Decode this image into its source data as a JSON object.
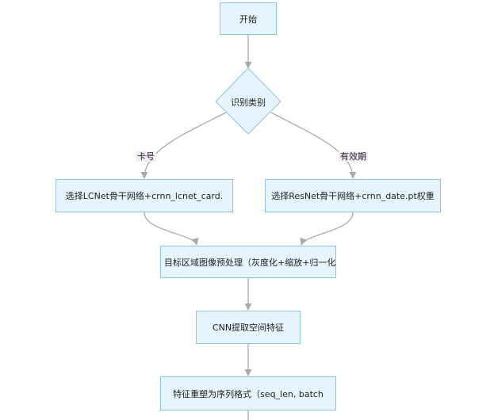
{
  "nodes": {
    "start": "开始",
    "decision": "识别类别",
    "card_model": "选择LCNet骨干网络+crnn_lcnet_card.",
    "date_model": "选择ResNet骨干网络+crnn_date.pt权重",
    "preprocess": "目标区域图像预处理（灰度化+缩放+归一化）",
    "cnn": "CNN提取空间特征",
    "reshape": "特征重塑为序列格式（seq_len, batch"
  },
  "edges": {
    "card_label": "卡号",
    "date_label": "有效期"
  },
  "colors": {
    "node_fill": "#e6f4fd",
    "node_border": "#8cc4e8",
    "edge": "#aaaaaa",
    "edge_label_bg": "#f3ebf6"
  }
}
